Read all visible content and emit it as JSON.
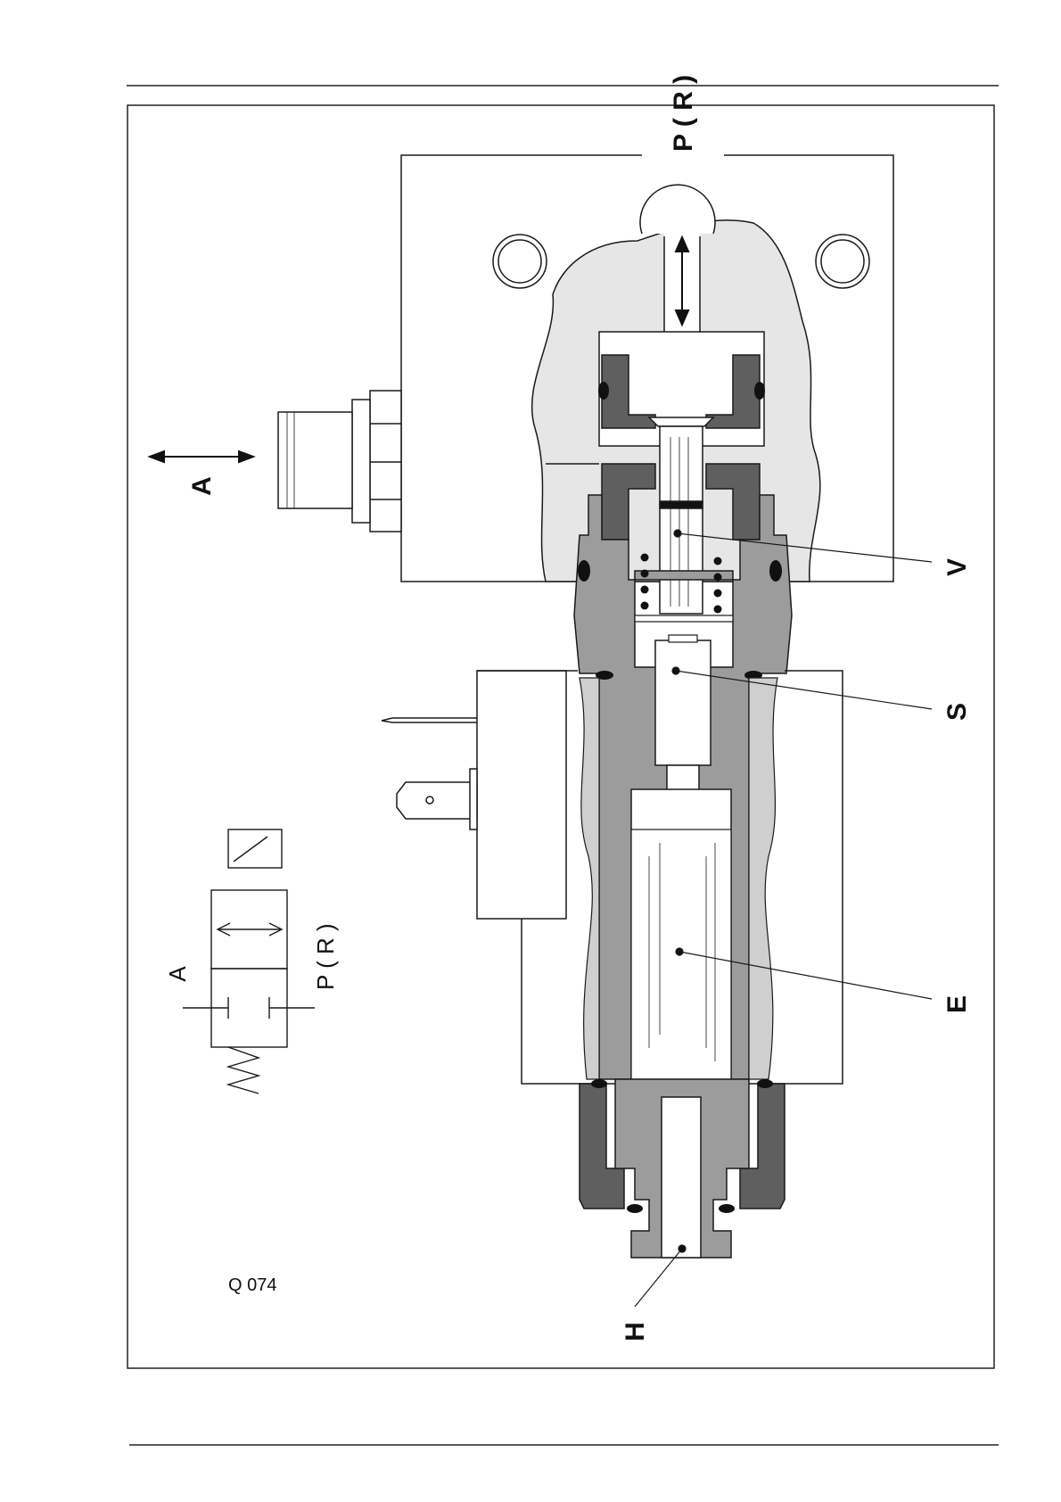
{
  "labels": {
    "port_a": "A",
    "port_p_r": "P ( R )",
    "callout_v": "V",
    "callout_s": "S",
    "callout_e": "E",
    "callout_h": "H",
    "symbol_a": "A",
    "symbol_p_r": "P ( R )",
    "drawing_code": "Q 074"
  },
  "colors": {
    "line": "#1a1a1a",
    "light_fill": "#e6e6e6",
    "mid_fill": "#9c9c9c",
    "dark_fill": "#5f5f5f",
    "paper": "#ffffff"
  }
}
